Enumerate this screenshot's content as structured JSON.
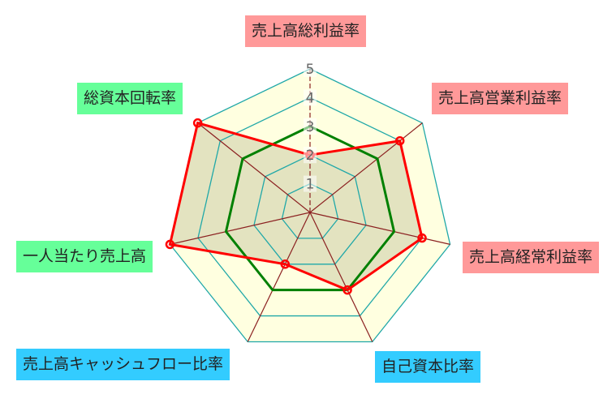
{
  "chart_data": {
    "type": "radar",
    "axes": [
      "売上高総利益率",
      "売上高営業利益率",
      "売上高経常利益率",
      "自己資本比率",
      "売上高キャッシュフロー比率",
      "一人当たり売上高",
      "総資本回転率"
    ],
    "axis_label_colors": [
      "#ff9999",
      "#ff9999",
      "#ff9999",
      "#33ccff",
      "#33ccff",
      "#66ff99",
      "#66ff99"
    ],
    "ticks": [
      "1",
      "2",
      "3",
      "4",
      "5"
    ],
    "rlim": [
      0,
      5
    ],
    "series": [
      {
        "values": [
          3,
          3,
          3,
          3,
          3,
          3,
          3
        ],
        "color": "#008000"
      },
      {
        "values": [
          2,
          4,
          4,
          3,
          2,
          5,
          5
        ],
        "color": "#ff0000",
        "fill": "#c8c8a0"
      }
    ],
    "ring_fill": "#ffffe0",
    "ring_color": "#20a8a8",
    "spoke_color": "#8b2020"
  }
}
